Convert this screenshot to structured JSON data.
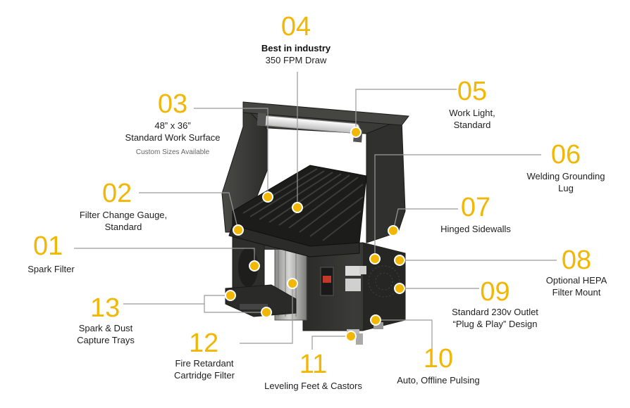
{
  "accent_color": "#f2b705",
  "leader_color": "#9a9a9a",
  "callouts": [
    {
      "id": "01",
      "lines": [
        "Spark Filter"
      ]
    },
    {
      "id": "02",
      "lines": [
        "Filter Change Gauge,",
        "Standard"
      ]
    },
    {
      "id": "03",
      "lines": [
        "48” x 36”",
        "Standard Work Surface"
      ],
      "note": "Custom Sizes Available"
    },
    {
      "id": "04",
      "bold": "Best in industry",
      "lines": [
        "350 FPM Draw"
      ]
    },
    {
      "id": "05",
      "lines": [
        "Work Light,",
        "Standard"
      ]
    },
    {
      "id": "06",
      "lines": [
        "Welding Grounding",
        "Lug"
      ]
    },
    {
      "id": "07",
      "lines": [
        "Hinged Sidewalls"
      ]
    },
    {
      "id": "08",
      "lines": [
        "Optional HEPA",
        "Filter Mount"
      ]
    },
    {
      "id": "09",
      "lines": [
        "Standard 230v Outlet",
        "“Plug & Play” Design"
      ]
    },
    {
      "id": "10",
      "lines": [
        "Auto, Offline Pulsing"
      ]
    },
    {
      "id": "11",
      "lines": [
        "Leveling Feet & Castors"
      ]
    },
    {
      "id": "12",
      "lines": [
        "Fire Retardant",
        "Cartridge Filter"
      ]
    },
    {
      "id": "13",
      "lines": [
        "Spark & Dust",
        "Capture Trays"
      ]
    }
  ]
}
